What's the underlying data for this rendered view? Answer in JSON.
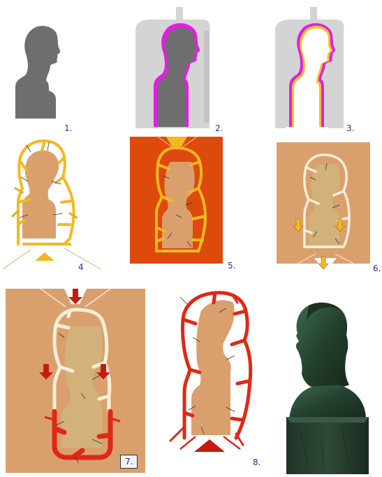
{
  "steps": [
    {
      "label": "1."
    },
    {
      "label": "2."
    },
    {
      "label": "3."
    },
    {
      "label": "4"
    },
    {
      "label": "5."
    },
    {
      "label": "6."
    },
    {
      "label": "7."
    },
    {
      "label": "8."
    }
  ],
  "colors": {
    "sculpture_grey": "#6e6e6e",
    "mold_grey": "#d4d4d4",
    "wax_magenta": "#e020e0",
    "wax_yellow": "#f2c420",
    "clay_tan": "#d9a06e",
    "core_fill": "#d2b27a",
    "kiln_orange": "#dd4a0c",
    "mold_cream": "#faeed8",
    "bronze_red": "#e02814",
    "arrow_red": "#c41c10",
    "arrow_yellow": "#f4b820",
    "label_blue": "#2d2d9a",
    "bronze_green": "#2c4a38"
  }
}
